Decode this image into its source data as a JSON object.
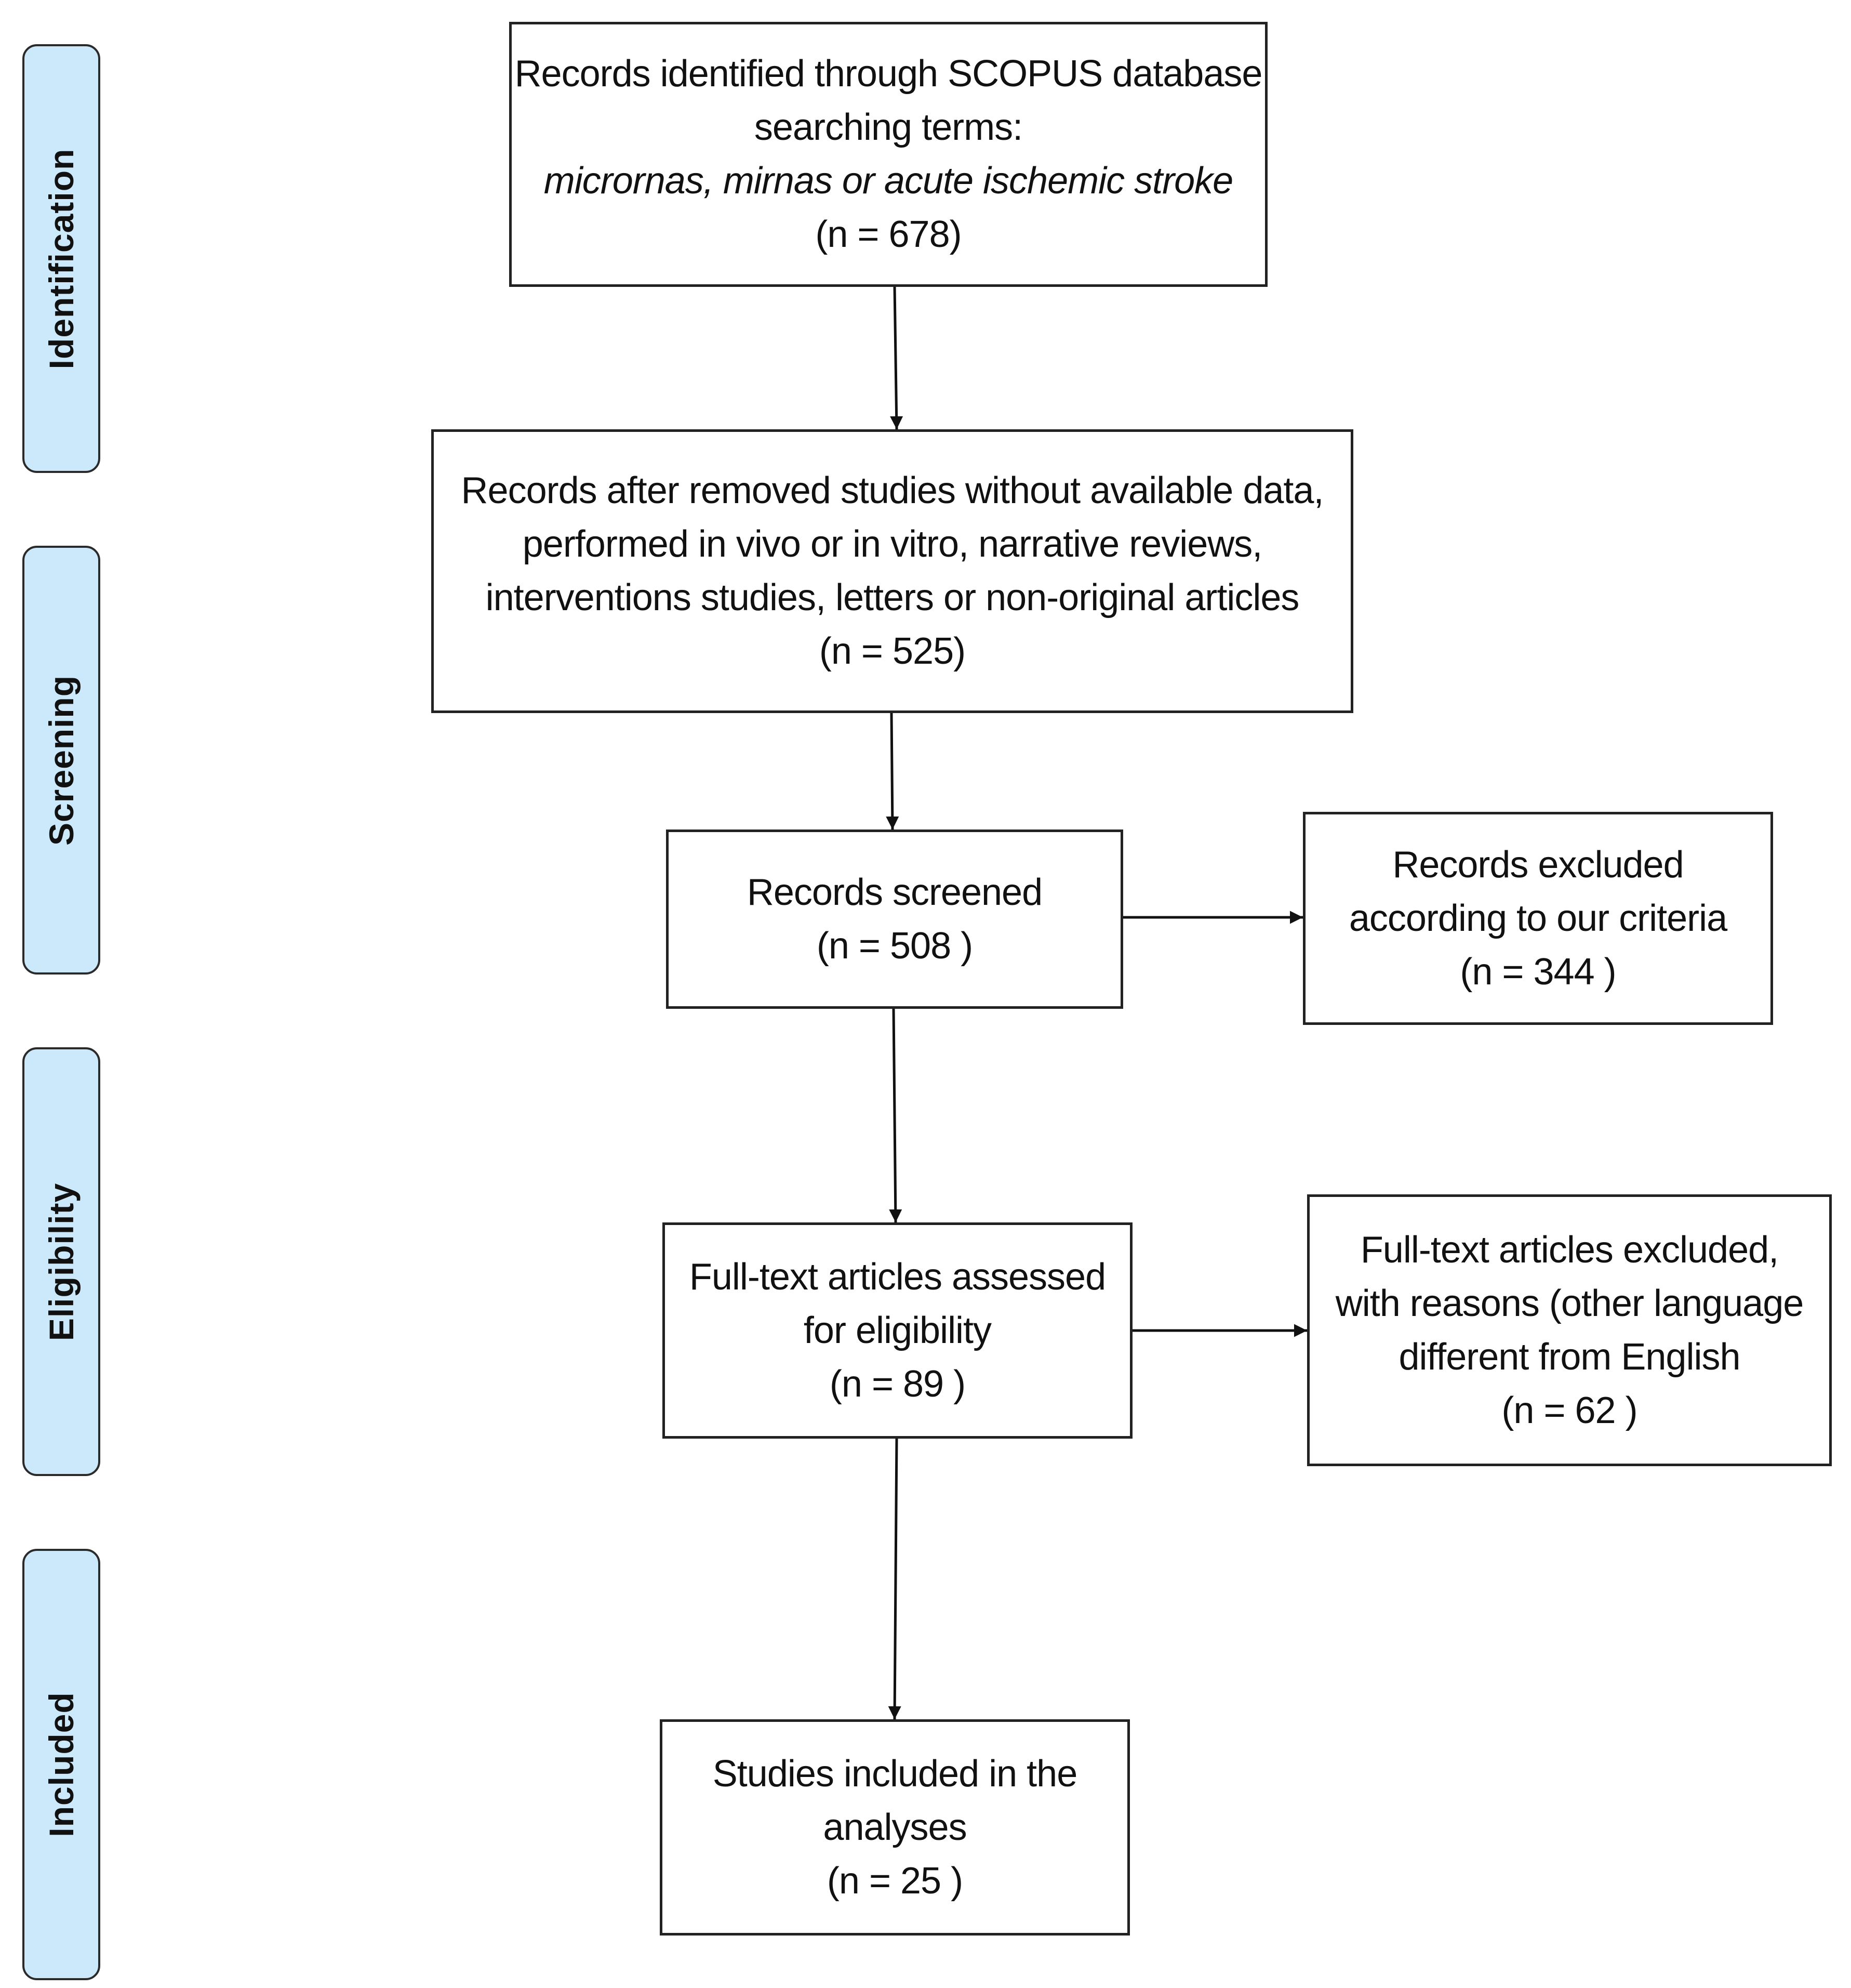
{
  "phases": {
    "identification": "Identification",
    "screening": "Screening",
    "eligibility": "Eligibility",
    "included": "Included"
  },
  "boxes": {
    "identified": {
      "line1": "Records identified through SCOPUS database",
      "line2": "searching terms:",
      "line3": "micrornas, mirnas or acute ischemic stroke",
      "count": "(n = 678)"
    },
    "after_removal": {
      "line1": "Records after removed studies without available data,",
      "line2": "performed in vivo or in vitro, narrative reviews,",
      "line3": "interventions studies, letters or non-original articles",
      "count": "(n = 525)"
    },
    "screened": {
      "line1": "Records screened",
      "count": "(n = 508 )"
    },
    "excluded_records": {
      "line1": "Records excluded",
      "line2": "according to our criteria",
      "count": "(n = 344 )"
    },
    "fulltext_assessed": {
      "line1": "Full-text articles assessed",
      "line2": "for eligibility",
      "count": "(n = 89 )"
    },
    "fulltext_excluded": {
      "line1": "Full-text articles excluded,",
      "line2": "with reasons (other language",
      "line3": "different from English",
      "count": "(n = 62 )"
    },
    "included": {
      "line1": "Studies included in the",
      "line2": "analyses",
      "count": "(n = 25 )"
    }
  }
}
